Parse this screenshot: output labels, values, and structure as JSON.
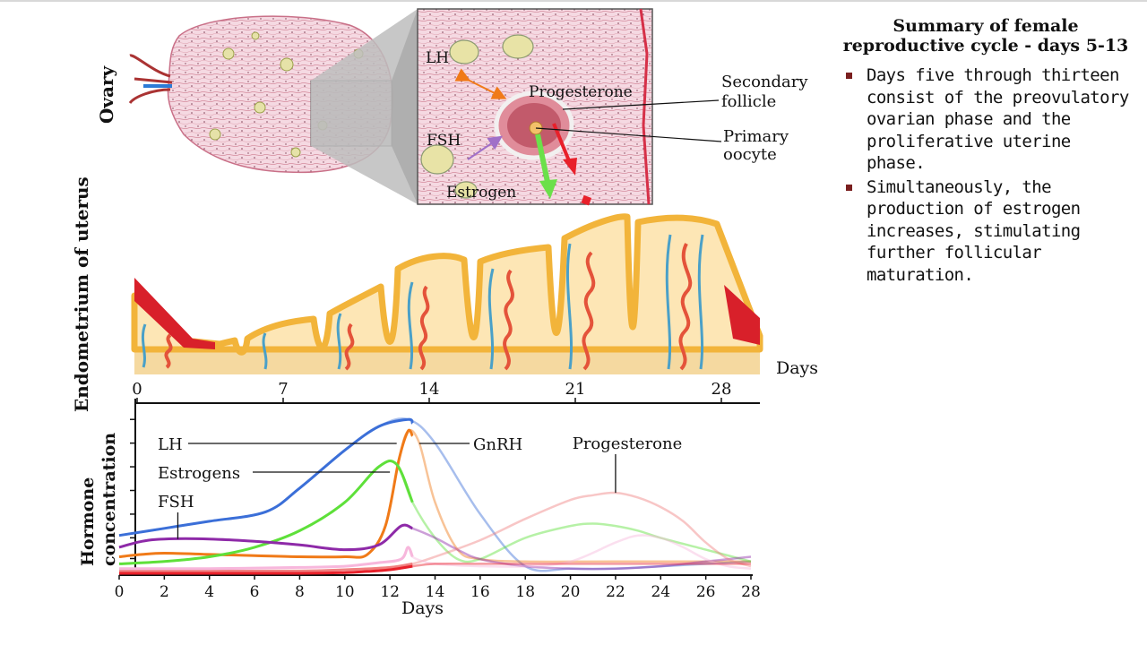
{
  "summary": {
    "title": "Summary of female reproductive cycle - days 5-13",
    "bullets": [
      "Days five through thirteen consist of the preovulatory ovarian phase and the proliferative uterine phase.",
      "Simultaneously, the production of estrogen increases, stimulating further follicular maturation."
    ],
    "bullet_color": "#7a1f1f"
  },
  "ovary": {
    "side_label": "Ovary",
    "labels": {
      "lh": "LH",
      "fsh": "FSH",
      "progesterone": "Progesterone",
      "estrogen": "Estrogen",
      "secondary_follicle": "Secondary follicle",
      "primary_oocyte": "Primary oocyte"
    }
  },
  "endometrium": {
    "side_label": "Endometrium of uterus",
    "days_label": "Days",
    "ticks": [
      "0",
      "7",
      "14",
      "21",
      "28"
    ]
  },
  "hormone_chart": {
    "side_label": "Hormone concentration",
    "xlabel": "Days",
    "x_ticks": [
      "0",
      "2",
      "4",
      "6",
      "8",
      "10",
      "12",
      "14",
      "16",
      "18",
      "20",
      "22",
      "24",
      "26",
      "28"
    ],
    "labels": {
      "lh": "LH",
      "gnrh": "GnRH",
      "estrogens": "Estrogens",
      "fsh": "FSH",
      "progesterone": "Progesterone"
    }
  },
  "chart_data": {
    "type": "line",
    "xlabel": "Days",
    "ylabel": "Hormone concentration",
    "xlim": [
      0,
      28
    ],
    "highlight_until_day": 13,
    "series": [
      {
        "name": "LH",
        "color": "#3b6fd8",
        "x": [
          0,
          2,
          4,
          6.5,
          8,
          10,
          11.5,
          12.8,
          14,
          16,
          18,
          20,
          22,
          24,
          26,
          28
        ],
        "y": [
          16,
          19,
          22,
          26,
          36,
          52,
          62,
          65,
          55,
          25,
          3,
          2,
          2,
          3,
          4,
          5
        ]
      },
      {
        "name": "GnRH",
        "color": "#f07a18",
        "x": [
          0,
          1,
          2,
          4,
          6,
          8,
          10,
          11,
          11.8,
          12.4,
          12.8,
          13.3,
          14,
          15,
          16,
          18,
          22,
          28
        ],
        "y": [
          7,
          8,
          8.5,
          8,
          7.5,
          7,
          7,
          8,
          20,
          48,
          60,
          55,
          30,
          10,
          6,
          5,
          5,
          5
        ]
      },
      {
        "name": "Estrogens",
        "color": "#5ee03a",
        "x": [
          0,
          2,
          4,
          6,
          8,
          10,
          11.5,
          12.3,
          13,
          14,
          15,
          16,
          18,
          20,
          21,
          22,
          23,
          24,
          26,
          28
        ],
        "y": [
          4,
          5,
          7,
          11,
          18,
          30,
          45,
          46,
          30,
          15,
          6,
          6,
          15,
          20,
          21,
          20,
          18,
          15,
          10,
          5
        ]
      },
      {
        "name": "FSH",
        "color": "#8e2aa8",
        "x": [
          0,
          1,
          2,
          4,
          6,
          8,
          10,
          11.5,
          12.5,
          13,
          14,
          15,
          16,
          18,
          20,
          22,
          24,
          26,
          28
        ],
        "y": [
          11,
          13.5,
          14.5,
          14.5,
          13.5,
          12,
          10,
          12,
          20,
          19,
          15,
          10,
          6,
          3,
          2,
          2,
          3,
          5,
          7
        ]
      },
      {
        "name": "Progesterone",
        "color": "#f08080",
        "x": [
          0,
          4,
          8,
          10,
          12,
          13,
          14,
          16,
          18,
          20,
          21,
          22,
          23,
          24,
          25,
          26,
          27,
          28
        ],
        "y": [
          1,
          1,
          1,
          1.5,
          2.5,
          4,
          7,
          14,
          23,
          31,
          33,
          34,
          32,
          28,
          22,
          13,
          6,
          3
        ]
      },
      {
        "name": "",
        "color": "#f7b7dc",
        "x": [
          0,
          4,
          8,
          10,
          11.5,
          12.5,
          12.8,
          13,
          13.5,
          14,
          16,
          18,
          20,
          22,
          23,
          24,
          25,
          26,
          27,
          28
        ],
        "y": [
          2,
          2,
          2.5,
          3,
          4.5,
          6,
          11,
          7,
          5,
          4,
          3,
          3,
          5,
          13,
          16,
          15,
          11,
          6,
          3,
          2
        ]
      },
      {
        "name": "",
        "color": "#e8202a",
        "x": [
          0,
          4,
          8,
          10,
          11,
          12,
          13,
          14,
          16,
          18,
          20,
          22,
          24,
          26,
          28
        ],
        "y": [
          0,
          0,
          0,
          0.3,
          0.8,
          1.5,
          3,
          4,
          4,
          4,
          4,
          4,
          4,
          4,
          4
        ]
      }
    ]
  }
}
